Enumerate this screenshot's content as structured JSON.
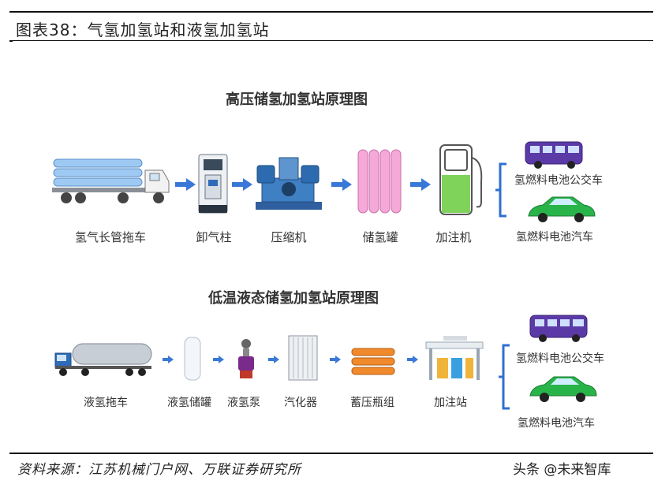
{
  "figure": {
    "title": "图表38：气氢加氢站和液氢加氢站",
    "source": "资料来源：江苏机械门户网、万联证券研究所",
    "watermark": "头条 @未来智库"
  },
  "high_pressure": {
    "title": "高压储氢加氢站原理图",
    "steps": [
      {
        "label": "氢气长管拖车",
        "icon": "tube-trailer-icon"
      },
      {
        "label": "卸气柱",
        "icon": "unloading-column-icon"
      },
      {
        "label": "压缩机",
        "icon": "compressor-icon"
      },
      {
        "label": "储氢罐",
        "icon": "storage-tank-icon"
      },
      {
        "label": "加注机",
        "icon": "dispenser-icon"
      }
    ],
    "outputs": [
      {
        "label": "氢燃料电池公交车",
        "icon": "bus-icon"
      },
      {
        "label": "氢燃料电池汽车",
        "icon": "car-icon"
      }
    ]
  },
  "liquid": {
    "title": "低温液态储氢加氢站原理图",
    "steps": [
      {
        "label": "液氢拖车",
        "icon": "tanker-truck-icon"
      },
      {
        "label": "液氢储罐",
        "icon": "liquid-tank-icon"
      },
      {
        "label": "液氢泵",
        "icon": "pump-icon"
      },
      {
        "label": "汽化器",
        "icon": "vaporizer-icon"
      },
      {
        "label": "蓄压瓶组",
        "icon": "cylinder-bank-icon"
      },
      {
        "label": "加注站",
        "icon": "station-icon"
      }
    ],
    "outputs": [
      {
        "label": "氢燃料电池公交车",
        "icon": "bus-icon"
      },
      {
        "label": "氢燃料电池汽车",
        "icon": "car-icon"
      }
    ]
  },
  "colors": {
    "arrow": "#3a78d8",
    "bracket": "#2f6fd0",
    "tube": "#9ec9f3",
    "tank_pink": "#f6a8d9",
    "fill_green": "#7fd35a",
    "bus": "#5b3aa8",
    "car": "#29b44a"
  }
}
